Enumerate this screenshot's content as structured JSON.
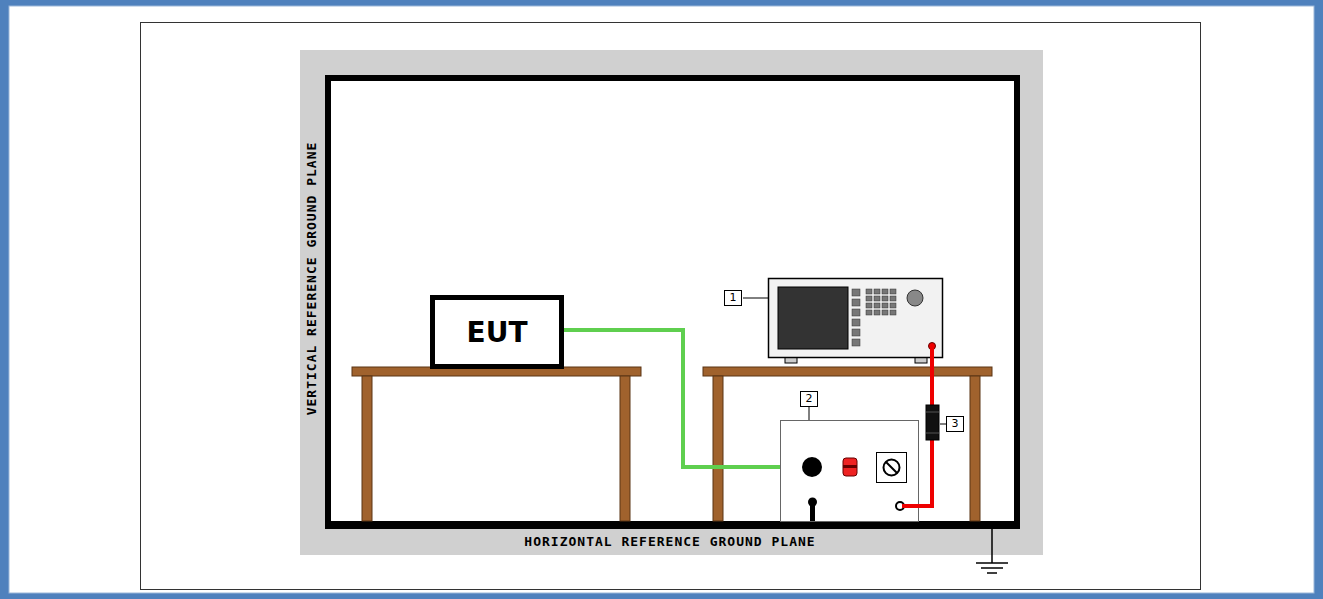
{
  "diagram": {
    "nodes": [
      {
        "text": [
          "EUT"
        ]
      }
    ],
    "labels": [
      "1",
      "2",
      "3",
      "VERTICAL REFERENCE GROUND PLANE",
      "HORIZONTAL REFERENCE GROUND PLANE"
    ]
  }
}
